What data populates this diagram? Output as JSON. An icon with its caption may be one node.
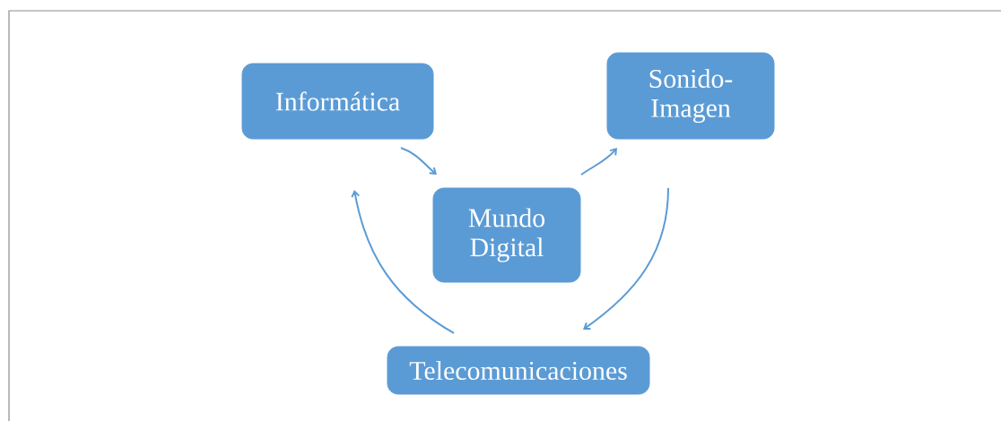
{
  "diagram": {
    "nodes": [
      {
        "text": [
          "Informática"
        ]
      },
      {
        "text": [
          "Sonido-Imagen"
        ]
      },
      {
        "text": [
          "Mundo Digital"
        ]
      },
      {
        "text": [
          "Telecomunicaciones"
        ]
      }
    ],
    "edges": [
      {
        "from": 0,
        "to": 2,
        "arrow": "to"
      },
      {
        "from": 2,
        "to": 1,
        "arrow": "to"
      },
      {
        "from": 1,
        "to": 3,
        "arrow": "to"
      },
      {
        "from": 3,
        "to": 0,
        "arrow": "to"
      }
    ]
  }
}
